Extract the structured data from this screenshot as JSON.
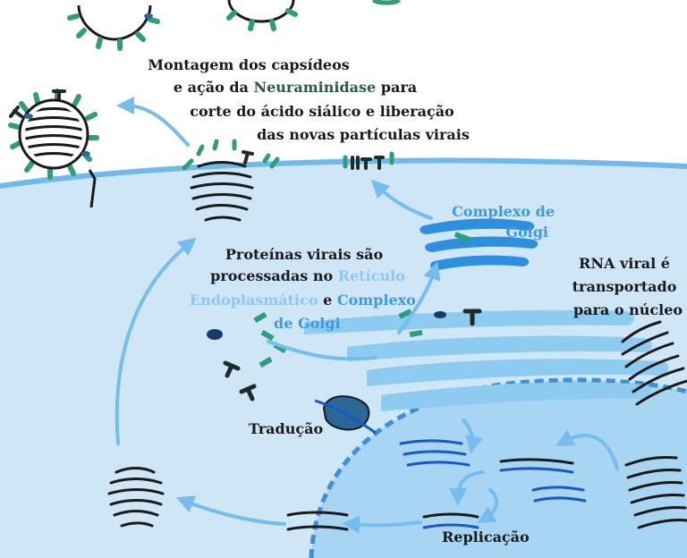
{
  "labels": {
    "assembly": {
      "l1": "Montagem dos capsídeos",
      "l2a": "e ação da ",
      "l2b": "Neuraminidase",
      "l2c": " para",
      "l3": "corte do ácido siálico e liberação",
      "l4": "das novas partículas virais"
    },
    "golgi_top": {
      "l1": "Complexo de",
      "l2": "Golgi"
    },
    "processing": {
      "l1": "Proteínas virais são",
      "l2a": "processadas no ",
      "l2b": "Retículo",
      "l3a": "Endoplasmático",
      "l3b": " e ",
      "l3c": "Complexo",
      "l4": "de Golgi"
    },
    "rna": {
      "l1": "RNA viral é",
      "l2": "transportado",
      "l3": "para o núcleo"
    },
    "translation": "Tradução",
    "replication": "Replicação"
  },
  "colors": {
    "cytoplasm": "#cfe6f6",
    "membrane": "#6fb9ec",
    "nucleus": "#a8d5f2",
    "er": "#8ecbf0",
    "golgi": "#2d8fe0",
    "arrow": "#74bdee",
    "spike_green": "#2e9d7a",
    "dark": "#1a1a1a",
    "rna_blue": "#1659c8",
    "neuraminidase_text": "#2b5a46",
    "er_text": "#8ec8f0",
    "golgi_text": "#3b9ae0"
  }
}
